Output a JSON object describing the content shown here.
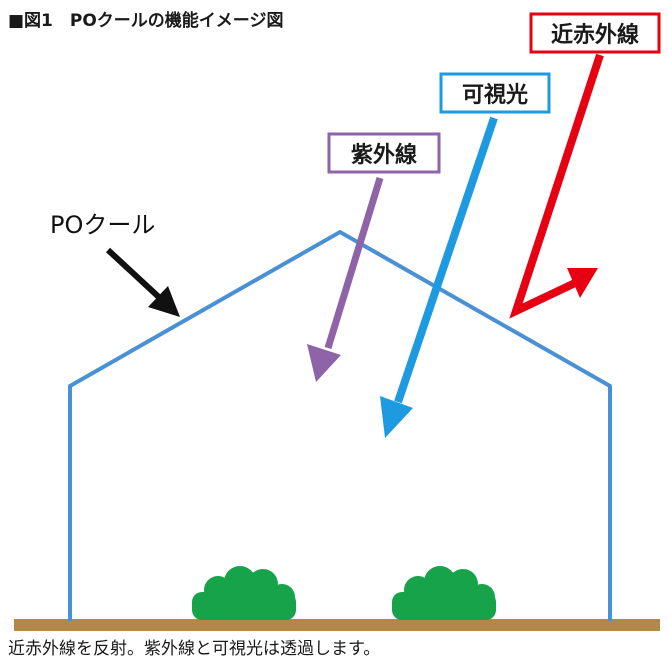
{
  "title": "■図1　POクールの機能イメージ図",
  "caption": "近赤外線を反射。紫外線と可視光は透過します。",
  "labels": {
    "near_infrared": "近赤外線",
    "visible_light": "可視光",
    "ultraviolet": "紫外線",
    "po_cool": "POクール"
  },
  "colors": {
    "house": "#4a90d4",
    "near_infrared": "#e60012",
    "visible_light": "#1e9be0",
    "ultraviolet": "#8e63a8",
    "ground": "#b38746",
    "plant": "#16a34a",
    "pointer": "#111111"
  }
}
